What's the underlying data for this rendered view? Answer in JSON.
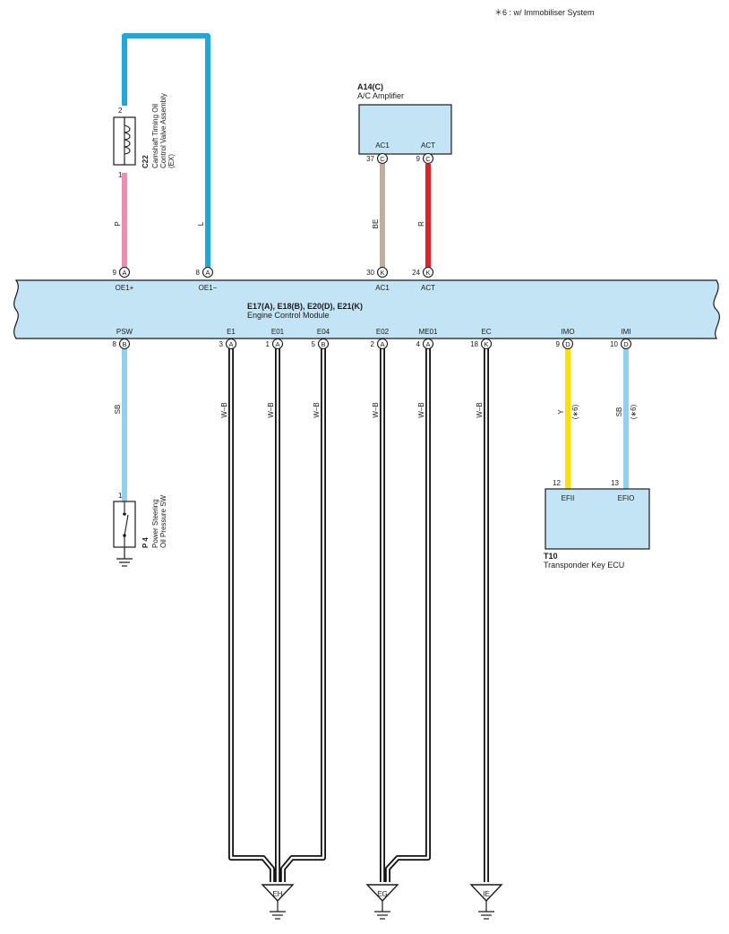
{
  "note": "＊6 : w/ Immobiliser System",
  "colors": {
    "L": "#1ea8e0",
    "P": "#f08cb0",
    "BE": "#bfae9a",
    "R": "#ec1c24",
    "SB": "#8fd0f0",
    "Y": "#ffe000",
    "WB_outline": "#111111",
    "WB_fill": "#ffffff",
    "component_fill": "#c2e4f5"
  },
  "components": {
    "C22": {
      "code": "C22",
      "lines": [
        "Camshaft Timing Oil",
        "Control Valve Assembly",
        "(EX)"
      ],
      "pins": [
        {
          "num": "2"
        },
        {
          "num": "1"
        }
      ]
    },
    "A14": {
      "code": "A14(C)",
      "name": "A/C Amplifier",
      "terminals": [
        {
          "label": "AC1",
          "num": "37",
          "conn": "C"
        },
        {
          "label": "ACT",
          "num": "9",
          "conn": "C"
        }
      ]
    },
    "ECM": {
      "code": "E17(A), E18(B), E20(D), E21(K)",
      "name": "Engine Control Module",
      "top_terminals": [
        {
          "num": "9",
          "conn": "A",
          "label": "OE1+"
        },
        {
          "num": "8",
          "conn": "A",
          "label": "OE1−"
        },
        {
          "num": "30",
          "conn": "K",
          "label": "AC1"
        },
        {
          "num": "24",
          "conn": "K",
          "label": "ACT"
        }
      ],
      "bottom_terminals": [
        {
          "num": "8",
          "conn": "B",
          "label": "PSW"
        },
        {
          "num": "3",
          "conn": "A",
          "label": "E1"
        },
        {
          "num": "1",
          "conn": "A",
          "label": "E01"
        },
        {
          "num": "5",
          "conn": "B",
          "label": "E04"
        },
        {
          "num": "2",
          "conn": "A",
          "label": "E02"
        },
        {
          "num": "4",
          "conn": "A",
          "label": "ME01"
        },
        {
          "num": "18",
          "conn": "K",
          "label": "EC"
        },
        {
          "num": "9",
          "conn": "D",
          "label": "IMO"
        },
        {
          "num": "10",
          "conn": "D",
          "label": "IMI"
        }
      ]
    },
    "P4": {
      "code": "P 4",
      "lines": [
        "Power Steering",
        "Oil Pressure SW"
      ],
      "pin": "1"
    },
    "T10": {
      "code": "T10",
      "name": "Transponder Key ECU",
      "terminals": [
        {
          "num": "12",
          "label": "EFII"
        },
        {
          "num": "13",
          "label": "EFIO"
        }
      ]
    }
  },
  "wires": {
    "oe1p": {
      "color": "P"
    },
    "oe1m": {
      "color": "L"
    },
    "ac1": {
      "color": "BE"
    },
    "act": {
      "color": "R"
    },
    "psw": {
      "color": "SB"
    },
    "e1": {
      "color": "W–B"
    },
    "e01": {
      "color": "W–B"
    },
    "e04": {
      "color": "W–B"
    },
    "e02": {
      "color": "W–B"
    },
    "me01": {
      "color": "W–B"
    },
    "ec": {
      "color": "W–B"
    },
    "imo": {
      "color": "Y",
      "tag": "(∗6)"
    },
    "imi": {
      "color": "SB",
      "tag": "(∗6)"
    }
  },
  "grounds": {
    "EH": "EH",
    "EG": "EG",
    "IE": "IE"
  }
}
